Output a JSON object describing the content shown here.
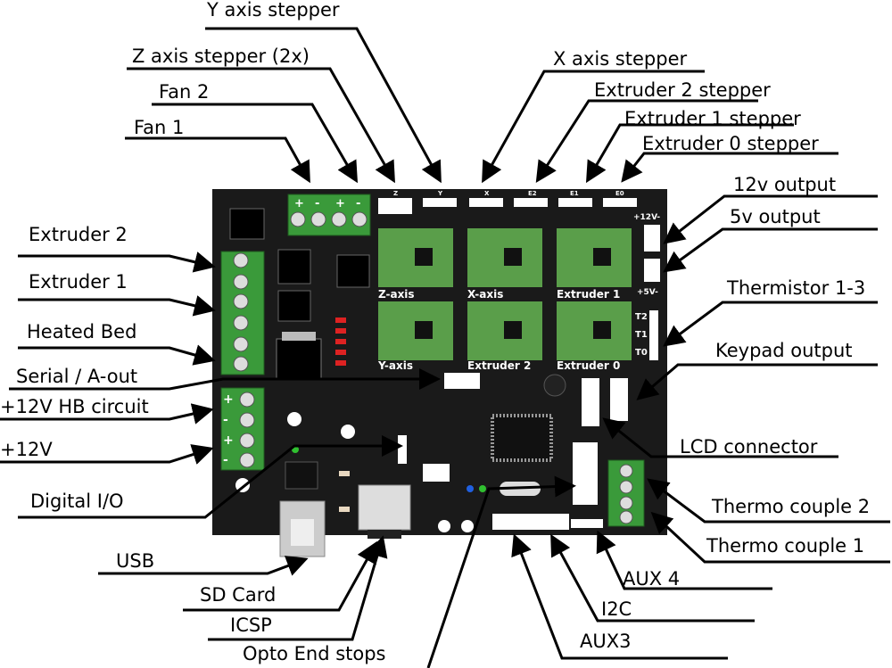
{
  "labels": {
    "y_axis_stepper": "Y axis stepper",
    "z_axis_stepper": "Z axis stepper (2x)",
    "fan2": "Fan 2",
    "fan1": "Fan 1",
    "x_axis_stepper": "X axis stepper",
    "extruder2_stepper": "Extruder 2 stepper",
    "extruder1_stepper": "Extruder 1 stepper",
    "extruder0_stepper": "Extruder 0 stepper",
    "out12v": "12v output",
    "out5v": "5v output",
    "thermistor": "Thermistor 1-3",
    "keypad": "Keypad output",
    "extruder2": "Extruder 2",
    "extruder1": "Extruder 1",
    "heated_bed": "Heated Bed",
    "serial": "Serial / A-out",
    "hb_circuit": "+12V HB circuit",
    "plus12v": "+12V",
    "digital_io": "Digital I/O",
    "lcd": "LCD connector",
    "thermo2": "Thermo couple 2",
    "thermo1": "Thermo couple 1",
    "usb": "USB",
    "sd_card": "SD Card",
    "icsp": "ICSP",
    "opto": "Opto End stops",
    "aux4": "AUX 4",
    "i2c": "I2C",
    "aux3": "AUX3"
  },
  "board": {
    "header_z": "Z",
    "header_y": "Y",
    "header_x": "X",
    "header_e2": "E2",
    "header_e1": "E1",
    "header_e0": "E0",
    "driver_z": "Z-axis",
    "driver_x": "X-axis",
    "driver_e1": "Extruder 1",
    "driver_y": "Y-axis",
    "driver_e2": "Extruder 2",
    "driver_e0": "Extruder 0",
    "v12": "+12V-",
    "v5": "+5V-",
    "t2": "T2",
    "t1": "T1",
    "t0": "T0",
    "plus": "+",
    "minus": "-"
  },
  "colors": {
    "board": "#1a1a1a",
    "terminal": "#3a9a3a",
    "driver": "#5a9e4a"
  }
}
